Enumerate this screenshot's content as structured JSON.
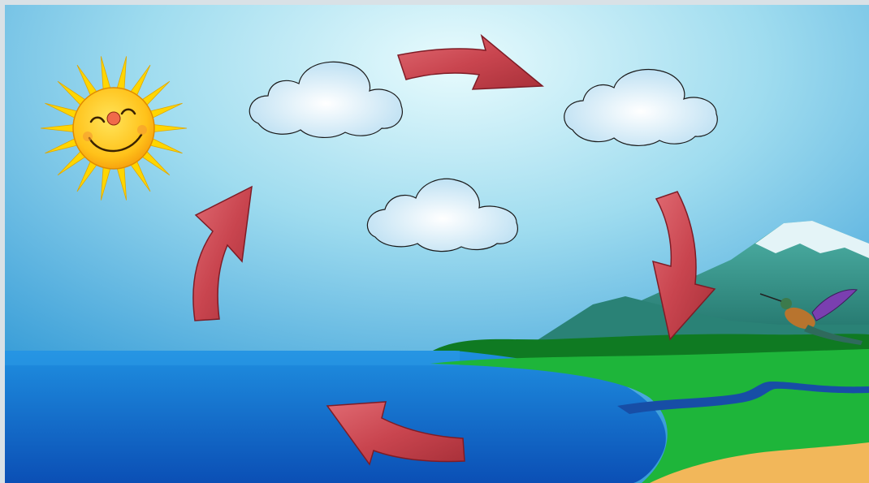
{
  "diagram": {
    "kind": "water-cycle",
    "text_labels": [],
    "elements": {
      "sun": {
        "face": "smiling"
      },
      "clouds": [
        "cloud-left",
        "cloud-right",
        "cloud-middle"
      ],
      "arrows": [
        {
          "name": "evaporation-arrow",
          "direction": "up"
        },
        {
          "name": "condensation-arrow",
          "direction": "right"
        },
        {
          "name": "precipitation-arrow",
          "direction": "down"
        },
        {
          "name": "collection-arrow",
          "direction": "left"
        }
      ],
      "land_features": [
        "mountain-back",
        "mountain-front",
        "hill",
        "grass-land",
        "river",
        "beach"
      ],
      "wildlife": [
        "hummingbird"
      ]
    },
    "colors": {
      "sky_top": "#3a9ed8",
      "sky_glow": "#e8fbfd",
      "sea_top": "#1f8fe0",
      "sea_bottom": "#0b4fb5",
      "grass": "#1eb53a",
      "grass_dark": "#0f7a22",
      "mountain": "#2f8f82",
      "mountain_snow": "#e4f4f7",
      "river": "#174ea6",
      "sand": "#f2b75a",
      "sun": "#ffcf1f",
      "sun_rays": "#ffd600",
      "arrow": "#c9454f",
      "arrow_edge": "#7e1c26",
      "cloud": "#eef8fd"
    }
  }
}
